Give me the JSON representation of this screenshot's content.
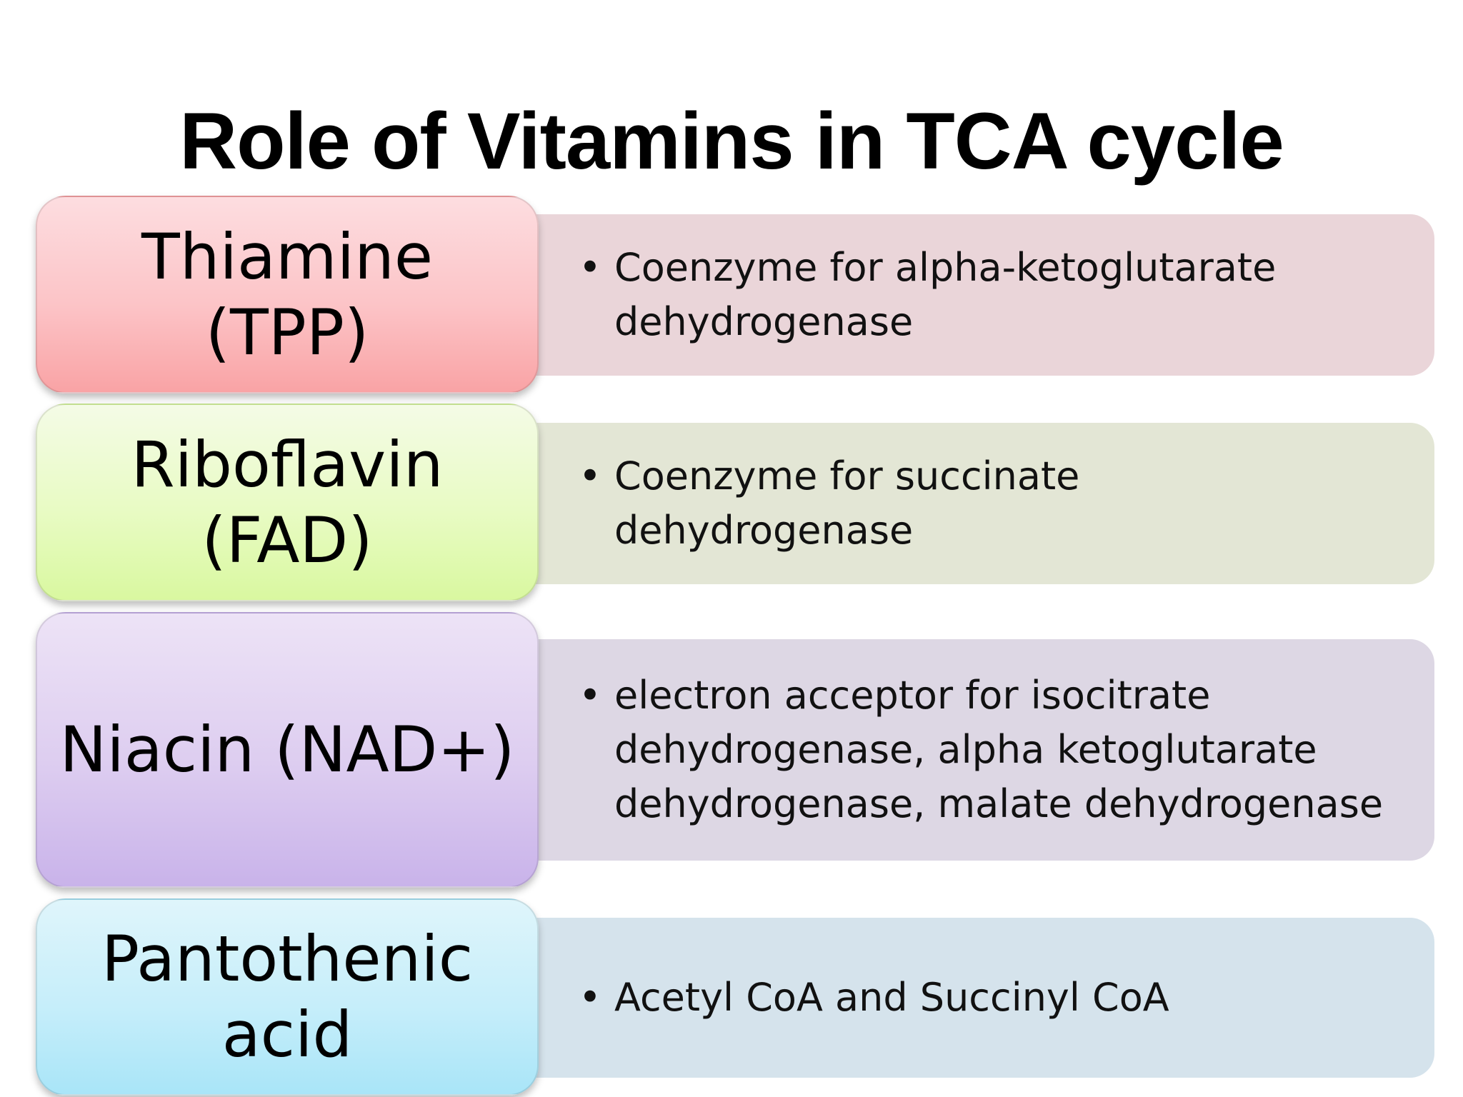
{
  "slide": {
    "title": "Role of Vitamins in TCA cycle"
  },
  "rows": [
    {
      "label": "Thiamine (TPP)",
      "bullets": [
        "Coenzyme for alpha-ketoglutarate dehydrogenase"
      ],
      "color": "#f9a3a5"
    },
    {
      "label": "Riboflavin (FAD)",
      "bullets": [
        "Coenzyme for succinate dehydrogenase"
      ],
      "color": "#d9f8a0"
    },
    {
      "label": "Niacin (NAD+)",
      "bullets": [
        "electron acceptor for isocitrate dehydrogenase, alpha ketoglutarate dehydrogenase, malate dehydrogenase"
      ],
      "color": "#c9b3ea"
    },
    {
      "label": "Pantothenic acid",
      "bullets": [
        "Acetyl CoA and Succinyl CoA"
      ],
      "color": "#a9e5f8"
    }
  ],
  "bullet_symbol": "•"
}
